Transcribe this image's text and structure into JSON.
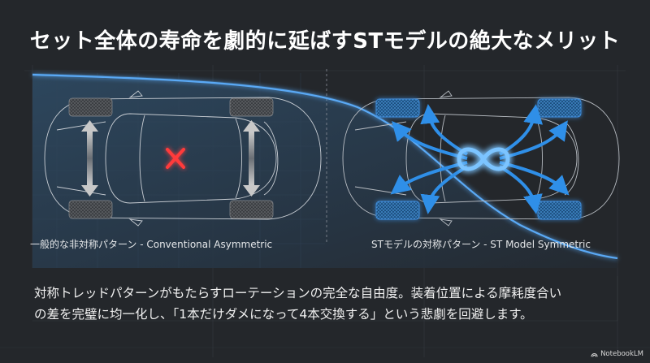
{
  "header": {
    "title": "セット全体の寿命を劇的に延ばすSTモデルの絶大なメリット"
  },
  "panels": {
    "left": {
      "caption": "一般的な非対称パターン - Conventional Asymmetric",
      "icon": "red-x-icon",
      "arrows": "vertical-double-arrow-icon",
      "tire_style": "gray"
    },
    "right": {
      "caption": "STモデルの対称パターン - ST Model Symmetric",
      "icon": "infinity-icon",
      "arrows": "curved-blue-arrows-icon",
      "tire_style": "blue"
    }
  },
  "description": {
    "line1": "対称トレッドパターンがもたらすローテーションの完全な自由度。装着位置による摩耗度合い",
    "line2": "の差を完璧に均一化し、「1本だけダメになって4本交換する」という悲劇を回避します。"
  },
  "footer": {
    "brand": "NotebookLM"
  },
  "colors": {
    "background": "#24272b",
    "accent_blue": "#2f8fe8",
    "glow_blue": "#6fb8ff",
    "x_red": "#ff3b3b",
    "left_panel_tint": "#2b3d4f"
  }
}
